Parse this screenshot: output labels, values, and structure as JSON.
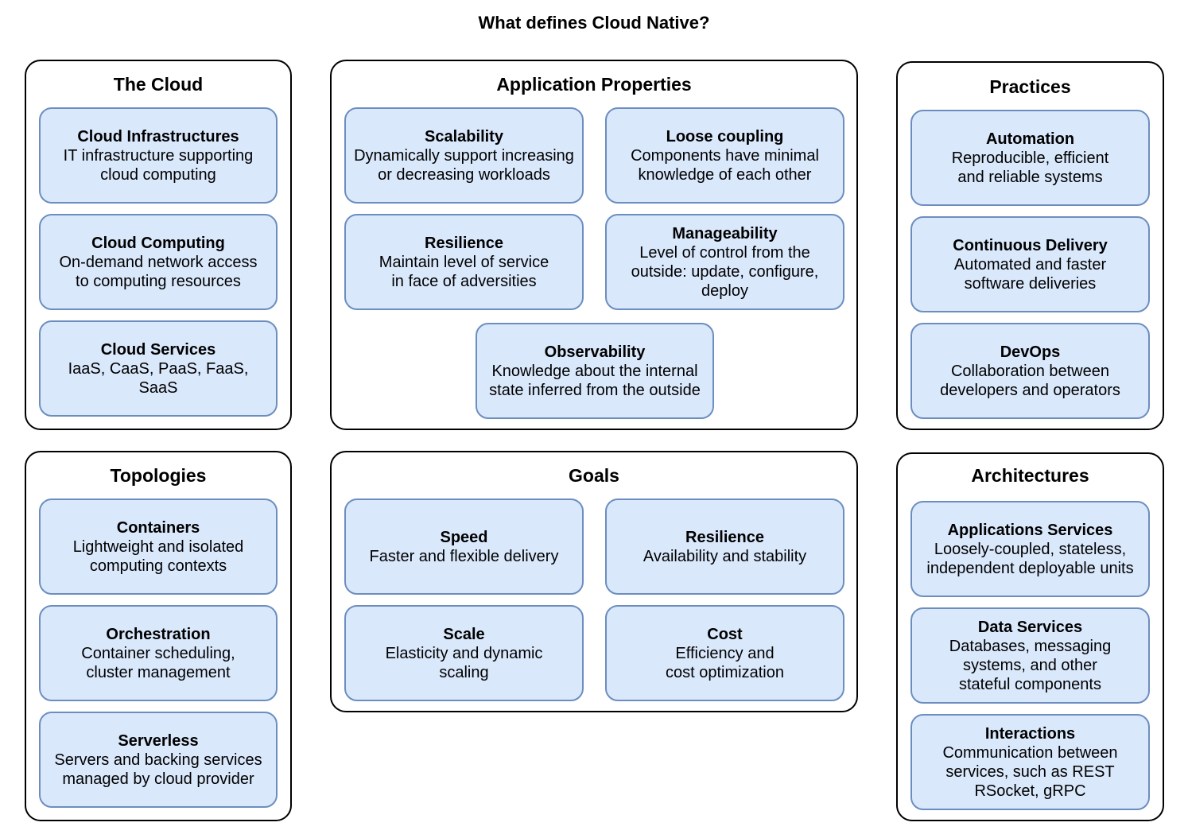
{
  "title": "What defines Cloud Native?",
  "groups": {
    "cloud": {
      "title": "The Cloud",
      "items": [
        {
          "title": "Cloud Infrastructures",
          "desc": "IT infrastructure supporting\ncloud computing"
        },
        {
          "title": "Cloud Computing",
          "desc": "On-demand network access\nto computing resources"
        },
        {
          "title": "Cloud Services",
          "desc": "IaaS, CaaS, PaaS, FaaS,\nSaaS"
        }
      ]
    },
    "app_props": {
      "title": "Application Properties",
      "items": [
        {
          "title": "Scalability",
          "desc": "Dynamically support increasing\nor decreasing workloads"
        },
        {
          "title": "Loose coupling",
          "desc": "Components have minimal\nknowledge of each other"
        },
        {
          "title": "Resilience",
          "desc": "Maintain level of service\nin face of adversities"
        },
        {
          "title": "Manageability",
          "desc": "Level of control from the\noutside: update, configure,\ndeploy"
        },
        {
          "title": "Observability",
          "desc": "Knowledge about the internal\nstate inferred from the outside"
        }
      ]
    },
    "practices": {
      "title": "Practices",
      "items": [
        {
          "title": "Automation",
          "desc": "Reproducible, efficient\nand reliable systems"
        },
        {
          "title": "Continuous Delivery",
          "desc": "Automated and faster\nsoftware deliveries"
        },
        {
          "title": "DevOps",
          "desc": "Collaboration between\ndevelopers and operators"
        }
      ]
    },
    "topologies": {
      "title": "Topologies",
      "items": [
        {
          "title": "Containers",
          "desc": "Lightweight and isolated\ncomputing contexts"
        },
        {
          "title": "Orchestration",
          "desc": "Container scheduling,\ncluster management"
        },
        {
          "title": "Serverless",
          "desc": "Servers and backing services\nmanaged by cloud provider"
        }
      ]
    },
    "goals": {
      "title": "Goals",
      "items": [
        {
          "title": "Speed",
          "desc": "Faster and flexible delivery"
        },
        {
          "title": "Resilience",
          "desc": "Availability and stability"
        },
        {
          "title": "Scale",
          "desc": "Elasticity and dynamic\nscaling"
        },
        {
          "title": "Cost",
          "desc": "Efficiency and\ncost optimization"
        }
      ]
    },
    "architectures": {
      "title": "Architectures",
      "items": [
        {
          "title": "Applications Services",
          "desc": "Loosely-coupled, stateless,\nindependent deployable units"
        },
        {
          "title": "Data Services",
          "desc": "Databases, messaging\nsystems, and other\nstateful components"
        },
        {
          "title": "Interactions",
          "desc": "Communication between\nservices, such as REST\nRSocket, gRPC"
        }
      ]
    }
  }
}
